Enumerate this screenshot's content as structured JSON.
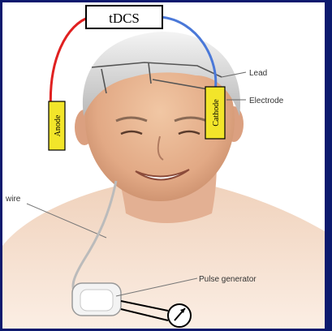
{
  "title": "tDCS",
  "labels": {
    "lead": "Lead",
    "electrode": "Electrode",
    "wire": "wire",
    "pulse_generator": "Pulse generator",
    "anode": "Anode",
    "cathode": "Cathode"
  },
  "colors": {
    "anode_wire": "#e02020",
    "cathode_wire": "#4a78d8",
    "electrode_pad": "#f2e52a",
    "frame": "#0c1a6e"
  }
}
